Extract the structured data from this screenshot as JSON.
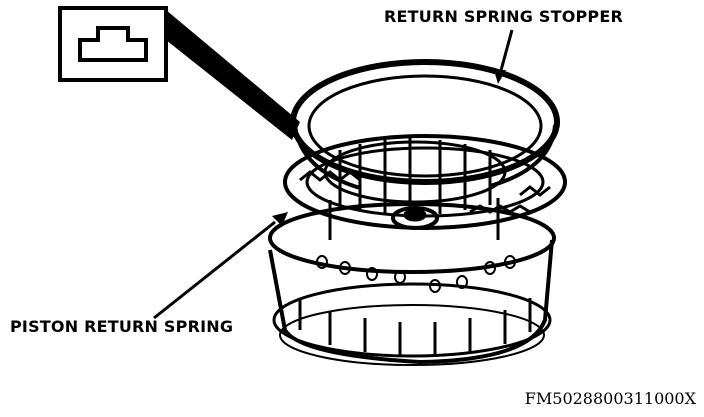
{
  "labels": {
    "return_spring_stopper": "RETURN SPRING STOPPER",
    "piston_return_spring": "PISTON RETURN SPRING",
    "figure_code": "FM5028800311000X"
  },
  "inset": {
    "icon": "connector-shape-icon"
  },
  "colors": {
    "ink": "#000000",
    "paper": "#ffffff"
  }
}
